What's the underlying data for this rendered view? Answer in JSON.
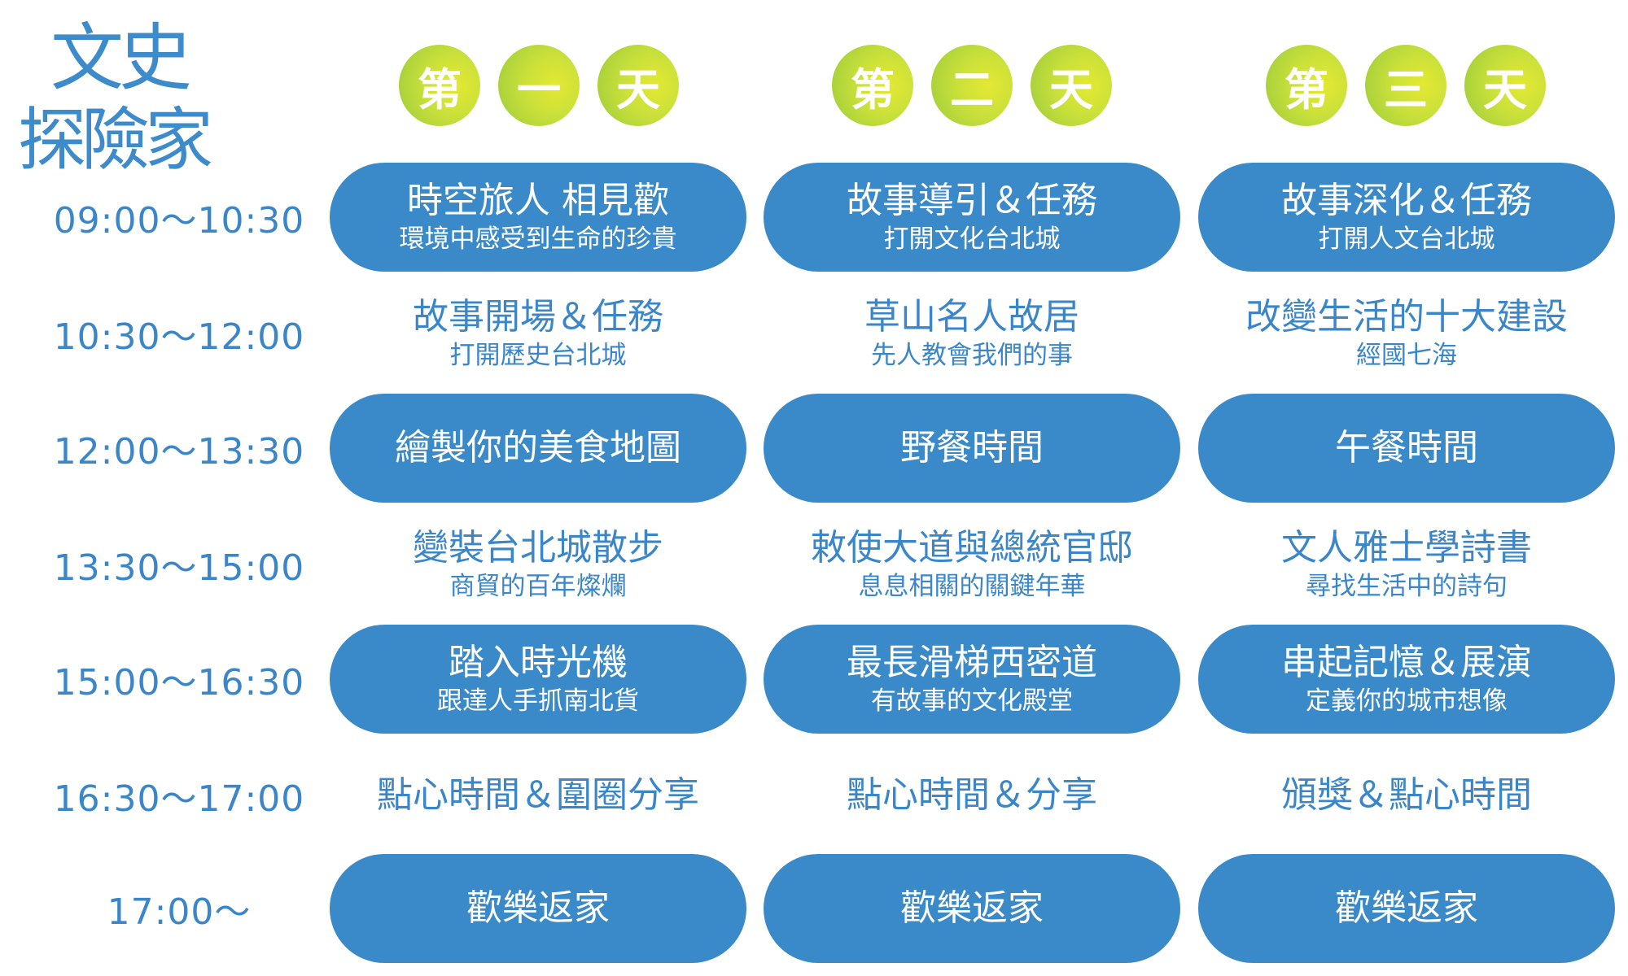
{
  "logo": {
    "line1": "文史",
    "line2": "探險家"
  },
  "days": [
    [
      "第",
      "一",
      "天"
    ],
    [
      "第",
      "二",
      "天"
    ],
    [
      "第",
      "三",
      "天"
    ]
  ],
  "rows": [
    {
      "time": "09:00～10:30",
      "style": "pill",
      "cells": [
        {
          "title": "時空旅人 相見歡",
          "subtitle": "環境中感受到生命的珍貴"
        },
        {
          "title": "故事導引＆任務",
          "subtitle": "打開文化台北城"
        },
        {
          "title": "故事深化＆任務",
          "subtitle": "打開人文台北城"
        }
      ]
    },
    {
      "time": "10:30～12:00",
      "style": "plain",
      "cells": [
        {
          "title": "故事開場＆任務",
          "subtitle": "打開歷史台北城"
        },
        {
          "title": "草山名人故居",
          "subtitle": "先人教會我們的事"
        },
        {
          "title": "改變生活的十大建設",
          "subtitle": "經國七海"
        }
      ]
    },
    {
      "time": "12:00～13:30",
      "style": "pill",
      "cells": [
        {
          "title": "繪製你的美食地圖"
        },
        {
          "title": "野餐時間"
        },
        {
          "title": "午餐時間"
        }
      ]
    },
    {
      "time": "13:30～15:00",
      "style": "plain",
      "cells": [
        {
          "title": "變裝台北城散步",
          "subtitle": "商貿的百年燦爛"
        },
        {
          "title": "敕使大道與總統官邸",
          "subtitle": "息息相關的關鍵年華"
        },
        {
          "title": "文人雅士學詩書",
          "subtitle": "尋找生活中的詩句"
        }
      ]
    },
    {
      "time": "15:00～16:30",
      "style": "pill",
      "cells": [
        {
          "title": "踏入時光機",
          "subtitle": "跟達人手抓南北貨"
        },
        {
          "title": "最長滑梯西密道",
          "subtitle": "有故事的文化殿堂"
        },
        {
          "title": "串起記憶＆展演",
          "subtitle": "定義你的城市想像"
        }
      ]
    },
    {
      "time": "16:30～17:00",
      "style": "plain",
      "cells": [
        {
          "title": "點心時間＆圍圈分享"
        },
        {
          "title": "點心時間＆分享"
        },
        {
          "title": "頒獎＆點心時間"
        }
      ]
    },
    {
      "time": "17:00～",
      "style": "pill",
      "cells": [
        {
          "title": "歡樂返家"
        },
        {
          "title": "歡樂返家"
        },
        {
          "title": "歡樂返家"
        }
      ]
    }
  ],
  "colors": {
    "pill": "#3a8ac9",
    "text": "#3a86c8",
    "circle": "#c9e03a"
  }
}
